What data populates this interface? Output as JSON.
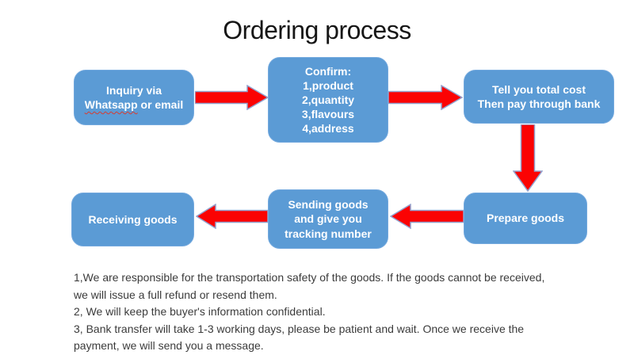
{
  "title": "Ordering process",
  "boxes": {
    "inquiry": {
      "line1": "Inquiry via",
      "misspelled_word": "Whatsapp",
      "line2_rest": " or email"
    },
    "confirm": {
      "lines": [
        "Confirm:",
        "1,product",
        "2,quantity",
        "3,flavours",
        "4,address"
      ]
    },
    "payment": {
      "lines": [
        "Tell you total cost",
        "Then pay through bank"
      ]
    },
    "prepare": {
      "label": "Prepare goods"
    },
    "sending": {
      "lines": [
        "Sending goods",
        "and give you",
        "tracking number"
      ]
    },
    "receiving": {
      "label": "Receiving goods"
    }
  },
  "footer": {
    "lines": [
      "1,We are responsible for the transportation safety of the goods. If the goods cannot be received,",
      "we will issue a full refund or resend them.",
      "2, We will keep the buyer's information confidential.",
      "3, Bank transfer will take 1-3 working days, please be patient and wait. Once we receive the",
      "payment, we will send you a message."
    ]
  },
  "colors": {
    "box_fill": "#5B9BD5",
    "box_border": "#74A9DE",
    "box_text": "#FFFFFF",
    "arrow_fill": "#FB0303",
    "arrow_outline": "#93A2CE",
    "title_text": "#161616",
    "footer_text": "#3B3B3B",
    "spellcheck_underline": "#D83B2E"
  }
}
